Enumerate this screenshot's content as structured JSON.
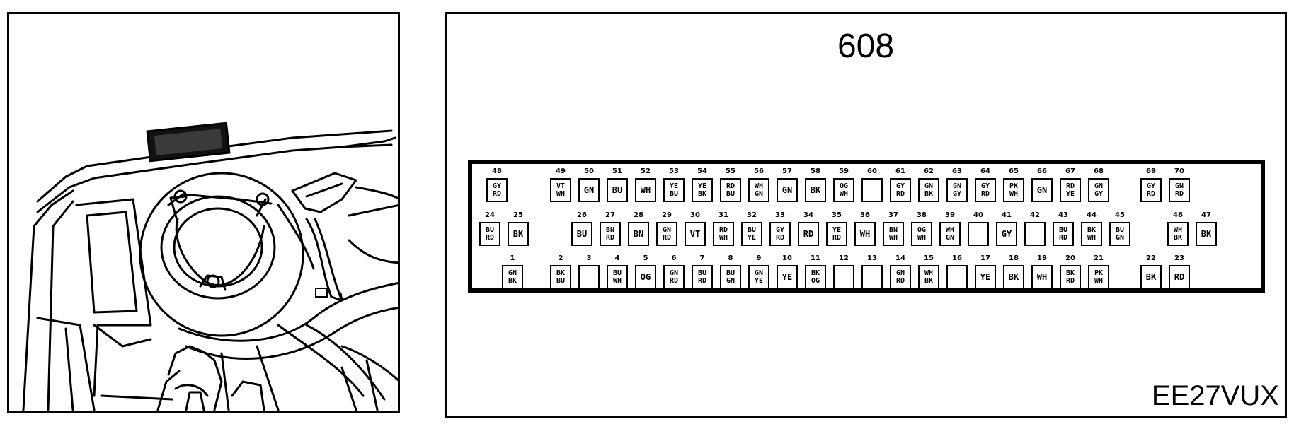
{
  "connector": {
    "title": "608",
    "code": "EE27VUX"
  },
  "pin_rows": [
    [
      {
        "num": "48",
        "colors": [
          "GY",
          "RD"
        ]
      },
      {
        "num": "49",
        "colors": [
          "VT",
          "WH"
        ]
      },
      {
        "num": "50",
        "colors": [
          "GN"
        ]
      },
      {
        "num": "51",
        "colors": [
          "BU"
        ]
      },
      {
        "num": "52",
        "colors": [
          "WH"
        ]
      },
      {
        "num": "53",
        "colors": [
          "YE",
          "BU"
        ]
      },
      {
        "num": "54",
        "colors": [
          "YE",
          "BK"
        ]
      },
      {
        "num": "55",
        "colors": [
          "RD",
          "BU"
        ]
      },
      {
        "num": "56",
        "colors": [
          "WH",
          "GN"
        ]
      },
      {
        "num": "57",
        "colors": [
          "GN"
        ]
      },
      {
        "num": "58",
        "colors": [
          "BK"
        ]
      },
      {
        "num": "59",
        "colors": [
          "OG",
          "WH"
        ]
      },
      {
        "num": "60",
        "colors": []
      },
      {
        "num": "61",
        "colors": [
          "GY",
          "RD"
        ]
      },
      {
        "num": "62",
        "colors": [
          "GN",
          "BK"
        ]
      },
      {
        "num": "63",
        "colors": [
          "GN",
          "GY"
        ]
      },
      {
        "num": "64",
        "colors": [
          "GY",
          "RD"
        ]
      },
      {
        "num": "65",
        "colors": [
          "PK",
          "WH"
        ]
      },
      {
        "num": "66",
        "colors": [
          "GN"
        ]
      },
      {
        "num": "67",
        "colors": [
          "RD",
          "YE"
        ]
      },
      {
        "num": "68",
        "colors": [
          "GN",
          "GY"
        ]
      },
      {
        "num": "69",
        "colors": [
          "GY",
          "RD"
        ]
      },
      {
        "num": "70",
        "colors": [
          "GN",
          "RD"
        ]
      }
    ],
    [
      {
        "num": "24",
        "colors": [
          "BU",
          "RD"
        ]
      },
      {
        "num": "25",
        "colors": [
          "BK"
        ]
      },
      {
        "num": "26",
        "colors": [
          "BU"
        ]
      },
      {
        "num": "27",
        "colors": [
          "BN",
          "RD"
        ]
      },
      {
        "num": "28",
        "colors": [
          "BN"
        ]
      },
      {
        "num": "29",
        "colors": [
          "GN",
          "RD"
        ]
      },
      {
        "num": "30",
        "colors": [
          "VT"
        ]
      },
      {
        "num": "31",
        "colors": [
          "RD",
          "WH"
        ]
      },
      {
        "num": "32",
        "colors": [
          "BU",
          "YE"
        ]
      },
      {
        "num": "33",
        "colors": [
          "GY",
          "RD"
        ]
      },
      {
        "num": "34",
        "colors": [
          "RD"
        ]
      },
      {
        "num": "35",
        "colors": [
          "YE",
          "RD"
        ]
      },
      {
        "num": "36",
        "colors": [
          "WH"
        ]
      },
      {
        "num": "37",
        "colors": [
          "BN",
          "WH"
        ]
      },
      {
        "num": "38",
        "colors": [
          "OG",
          "WH"
        ]
      },
      {
        "num": "39",
        "colors": [
          "WH",
          "GN"
        ]
      },
      {
        "num": "40",
        "colors": []
      },
      {
        "num": "41",
        "colors": [
          "GY"
        ]
      },
      {
        "num": "42",
        "colors": []
      },
      {
        "num": "43",
        "colors": [
          "BU",
          "RD"
        ]
      },
      {
        "num": "44",
        "colors": [
          "BK",
          "WH"
        ]
      },
      {
        "num": "45",
        "colors": [
          "BU",
          "GN"
        ]
      },
      {
        "num": "46",
        "colors": [
          "WH",
          "BK"
        ]
      },
      {
        "num": "47",
        "colors": [
          "BK"
        ]
      }
    ],
    [
      {
        "num": "1",
        "colors": [
          "GN",
          "BK"
        ]
      },
      {
        "num": "2",
        "colors": [
          "BK",
          "BU"
        ]
      },
      {
        "num": "3",
        "colors": []
      },
      {
        "num": "4",
        "colors": [
          "BU",
          "WH"
        ]
      },
      {
        "num": "5",
        "colors": [
          "OG"
        ]
      },
      {
        "num": "6",
        "colors": [
          "GN",
          "RD"
        ]
      },
      {
        "num": "7",
        "colors": [
          "BU",
          "RD"
        ]
      },
      {
        "num": "8",
        "colors": [
          "BU",
          "GN"
        ]
      },
      {
        "num": "9",
        "colors": [
          "GN",
          "YE"
        ]
      },
      {
        "num": "10",
        "colors": [
          "YE"
        ]
      },
      {
        "num": "11",
        "colors": [
          "BK",
          "OG"
        ]
      },
      {
        "num": "12",
        "colors": []
      },
      {
        "num": "13",
        "colors": []
      },
      {
        "num": "14",
        "colors": [
          "GN",
          "RD"
        ]
      },
      {
        "num": "15",
        "colors": [
          "WH",
          "BK"
        ]
      },
      {
        "num": "16",
        "colors": []
      },
      {
        "num": "17",
        "colors": [
          "YE"
        ]
      },
      {
        "num": "18",
        "colors": [
          "BK"
        ]
      },
      {
        "num": "19",
        "colors": [
          "WH"
        ]
      },
      {
        "num": "20",
        "colors": [
          "BK",
          "RD"
        ]
      },
      {
        "num": "21",
        "colors": [
          "PK",
          "WH"
        ]
      },
      {
        "num": "22",
        "colors": [
          "BK"
        ]
      },
      {
        "num": "23",
        "colors": [
          "RD"
        ]
      }
    ]
  ]
}
